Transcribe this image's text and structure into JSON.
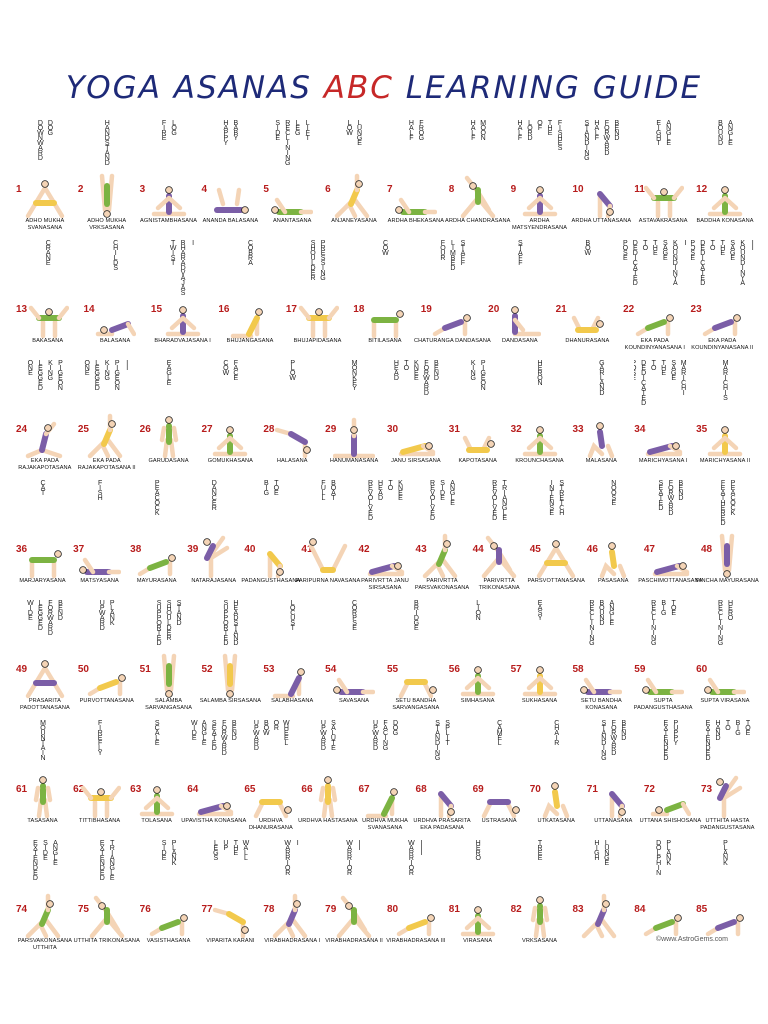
{
  "title": {
    "part1": "YOGA ASANAS ",
    "part2": "ABC",
    "part3": " LEARNING GUIDE"
  },
  "credit": "©www.AstroGems.com",
  "rows": [
    [
      {
        "n": "1",
        "eng": "DOWNWARD DOG",
        "skt": "ADHO MUKHA SVANASANA",
        "c": "#f2c94c",
        "p": "invv"
      },
      {
        "n": "2",
        "eng": "HANDSTAND",
        "skt": "ADHO MUKHA VRKSASANA",
        "c": "#7cb342",
        "p": "hand"
      },
      {
        "n": "3",
        "eng": "FIRE LOG",
        "skt": "AGNISTAMBHASANA",
        "c": "#7b5ea7",
        "p": "sit"
      },
      {
        "n": "4",
        "eng": "HAPPY BABY",
        "skt": "ANANDA BALASANA",
        "c": "#7b5ea7",
        "p": "back"
      },
      {
        "n": "5",
        "eng": "SIDE RECLINING LEG LIFT",
        "skt": "ANANTASANA",
        "c": "#7cb342",
        "p": "lie"
      },
      {
        "n": "6",
        "eng": "LOW LUNGE",
        "skt": "ANJANEYASANA",
        "c": "#f2c94c",
        "p": "lunge"
      },
      {
        "n": "7",
        "eng": "HALF FROG",
        "skt": "ARDHA BHEKASANA",
        "c": "#7cb342",
        "p": "lie"
      },
      {
        "n": "8",
        "eng": "HALF MOON",
        "skt": "ARDHA CHANDRASANA",
        "c": "#7cb342",
        "p": "tri"
      },
      {
        "n": "9",
        "eng": "HALF LORD OF THE FISHES",
        "skt": "ARDHA MATSYENDRASANA",
        "c": "#7b5ea7",
        "p": "sit"
      },
      {
        "n": "10",
        "eng": "STANDING HALF FORWARD BEND",
        "skt": "ARDHA UTTANASANA",
        "c": "#7b5ea7",
        "p": "fold"
      },
      {
        "n": "11",
        "eng": "EIGHT ANGLE",
        "skt": "ASTAVAKRASANA",
        "c": "#7cb342",
        "p": "arm"
      },
      {
        "n": "12",
        "eng": "BOUND ANGLE",
        "skt": "BADDHA KONASANA",
        "c": "#7cb342",
        "p": "sit"
      }
    ],
    [
      {
        "n": "13",
        "eng": "CRANE",
        "skt": "BAKASANA",
        "c": "#7cb342",
        "p": "arm"
      },
      {
        "n": "14",
        "eng": "CHILDS",
        "skt": "BALASANA",
        "c": "#7b5ea7",
        "p": "child"
      },
      {
        "n": "15",
        "eng": "TWIST BHARADVAJAS I",
        "skt": "BHARADVAJASANA I",
        "c": "#7b5ea7",
        "p": "sit"
      },
      {
        "n": "16",
        "eng": "COBRA",
        "skt": "BHUJANGASANA",
        "c": "#f2c94c",
        "p": "cobra"
      },
      {
        "n": "17",
        "eng": "SHOULDER PRESSING",
        "skt": "BHUJAPIDASANA",
        "c": "#f2c94c",
        "p": "arm"
      },
      {
        "n": "18",
        "eng": "COW",
        "skt": "BITILASANA",
        "c": "#7cb342",
        "p": "table"
      },
      {
        "n": "19",
        "eng": "FOUR LIMBED STAFF",
        "skt": "CHATURANGA DANDASANA",
        "c": "#7b5ea7",
        "p": "plank"
      },
      {
        "n": "20",
        "eng": "STAFF",
        "skt": "DANDASANA",
        "c": "#7b5ea7",
        "p": "sitl"
      },
      {
        "n": "21",
        "eng": "BOW",
        "skt": "DHANURASANA",
        "c": "#f2c94c",
        "p": "bow"
      },
      {
        "n": "22",
        "eng": "POSE DEDICATED TO THE SAGE KOUNDINYA I",
        "skt": "EKA PADA KOUNDINYANASANA I",
        "c": "#7cb342",
        "p": "plank"
      },
      {
        "n": "23",
        "eng": "POSE DEDICATED TO THE SAGE KOUNDINYA II",
        "skt": "EKA PADA KOUNDINYANASANA II",
        "c": "#7b5ea7",
        "p": "plank"
      }
    ],
    [
      {
        "n": "24",
        "eng": "ONE LEGGED KING PIGEON",
        "skt": "EKA PADA RAJAKAPOTASANA",
        "c": "#7b5ea7",
        "p": "pigeon"
      },
      {
        "n": "25",
        "eng": "ONE LEGGED KING PIGEON II",
        "skt": "EKA PADA RAJAKAPOTASANA II",
        "c": "#f2c94c",
        "p": "lunge"
      },
      {
        "n": "26",
        "eng": "EAGLE",
        "skt": "GARUDASANA",
        "c": "#7cb342",
        "p": "stand"
      },
      {
        "n": "27",
        "eng": "COW FACE",
        "skt": "GOMUKHASANA",
        "c": "#7cb342",
        "p": "sit"
      },
      {
        "n": "28",
        "eng": "PLOW",
        "skt": "HALASANA",
        "c": "#7b5ea7",
        "p": "plow"
      },
      {
        "n": "29",
        "eng": "MONKEY",
        "skt": "HANUMANASANA",
        "c": "#7b5ea7",
        "p": "split"
      },
      {
        "n": "30",
        "eng": "HEAD TO KNEE FORWARD BEND",
        "skt": "JANU SIRSASANA",
        "c": "#f2c94c",
        "p": "sitf"
      },
      {
        "n": "31",
        "eng": "KING PIGEON",
        "skt": "KAPOTASANA",
        "c": "#f2c94c",
        "p": "bow"
      },
      {
        "n": "32",
        "eng": "HERON",
        "skt": "KROUNCHASANA",
        "c": "#7cb342",
        "p": "sit"
      },
      {
        "n": "33",
        "eng": "GARLAND",
        "skt": "MALASANA",
        "c": "#7b5ea7",
        "p": "squat"
      },
      {
        "n": "34",
        "eng": "POSE DEDICATED TO THE SAGE MARICHI I",
        "skt": "MARICHYASANA I",
        "c": "#7b5ea7",
        "p": "sitf"
      },
      {
        "n": "35",
        "eng": "MARICHIS",
        "skt": "MARICHYASANA II",
        "c": "#f2c94c",
        "p": "sit"
      }
    ],
    [
      {
        "n": "36",
        "eng": "CAT",
        "skt": "MARJARYASANA",
        "c": "#7cb342",
        "p": "table"
      },
      {
        "n": "37",
        "eng": "FISH",
        "skt": "MATSYASANA",
        "c": "#7b5ea7",
        "p": "lie"
      },
      {
        "n": "38",
        "eng": "PEACOCK",
        "skt": "MAYURASANA",
        "c": "#7cb342",
        "p": "plank"
      },
      {
        "n": "39",
        "eng": "DANCER",
        "skt": "NATARAJASANA",
        "c": "#7b5ea7",
        "p": "dance"
      },
      {
        "n": "40",
        "eng": "BIG TOE",
        "skt": "PADANGUSTHASANA",
        "c": "#f2c94c",
        "p": "fold"
      },
      {
        "n": "41",
        "eng": "FULL BOAT",
        "skt": "PARIPURNA NAVASANA",
        "c": "#f2c94c",
        "p": "boat"
      },
      {
        "n": "42",
        "eng": "REVOLVED HEAD TO KNEE",
        "skt": "PARIVRTTA JANU SIRSASANA",
        "c": "#7b5ea7",
        "p": "sitf"
      },
      {
        "n": "43",
        "eng": "REVOLVED SIDE ANGLE",
        "skt": "PARIVRTTA PARSVAKONASANA",
        "c": "#7cb342",
        "p": "lunge"
      },
      {
        "n": "44",
        "eng": "REVOLVED TRIANGLE",
        "skt": "PARIVRTTA TRIKONASANA",
        "c": "#7b5ea7",
        "p": "tri"
      },
      {
        "n": "45",
        "eng": "INTENSE STRETCH",
        "skt": "PARSVOTTANASANA",
        "c": "#f2c94c",
        "p": "invv"
      },
      {
        "n": "46",
        "eng": "NOOSE",
        "skt": "PASASANA",
        "c": "#f2c94c",
        "p": "squat"
      },
      {
        "n": "47",
        "eng": "SEATED FORWARD BEND",
        "skt": "PASCHIMOTTANASANA",
        "c": "#7b5ea7",
        "p": "sitf"
      },
      {
        "n": "48",
        "eng": "FEATHERED PEACOCK",
        "skt": "PINCHA MAYURASANA",
        "c": "#7b5ea7",
        "p": "hand"
      }
    ],
    [
      {
        "n": "49",
        "eng": "WIDE LEGGED FORWARD BEND",
        "skt": "PRASARITA PADOTTANASANA",
        "c": "#7b5ea7",
        "p": "invv"
      },
      {
        "n": "50",
        "eng": "UPWARD PLANK",
        "skt": "PURVOTTANASANA",
        "c": "#f2c94c",
        "p": "plank"
      },
      {
        "n": "51",
        "eng": "SUPPORTED SHOULDER STAND",
        "skt": "SALAMBA SARVANGASANA",
        "c": "#7cb342",
        "p": "hand"
      },
      {
        "n": "52",
        "eng": "SUPPORTED HEADSTAND",
        "skt": "SALAMBA SIRSASANA",
        "c": "#f2c94c",
        "p": "hand"
      },
      {
        "n": "53",
        "eng": "LOCUST",
        "skt": "SALABHASANA",
        "c": "#7b5ea7",
        "p": "cobra"
      },
      {
        "n": "54",
        "eng": "CORPSE",
        "skt": "SAVASANA",
        "c": "#7b5ea7",
        "p": "lie"
      },
      {
        "n": "55",
        "eng": "BRIDGE",
        "skt": "SETU BANDHA SARVANGASANA",
        "c": "#f2c94c",
        "p": "bridge"
      },
      {
        "n": "56",
        "eng": "LION",
        "skt": "SIMHASANA",
        "c": "#7cb342",
        "p": "sit"
      },
      {
        "n": "57",
        "eng": "EASY",
        "skt": "SUKHASANA",
        "c": "#f2c94c",
        "p": "sit"
      },
      {
        "n": "58",
        "eng": "RECLINING BOUND ANGLE",
        "skt": "SETU BANDHA KONASANA",
        "c": "#7b5ea7",
        "p": "lie"
      },
      {
        "n": "59",
        "eng": "RECLINING BIG TOE",
        "skt": "SUPTA PADANGUSTHASANA",
        "c": "#7cb342",
        "p": "lie"
      },
      {
        "n": "60",
        "eng": "RECLINING HERO",
        "skt": "SUPTA VIRASANA",
        "c": "#7cb342",
        "p": "lie"
      }
    ],
    [
      {
        "n": "61",
        "eng": "MOUNTAIN",
        "skt": "TASASANA",
        "c": "#7cb342",
        "p": "stand"
      },
      {
        "n": "62",
        "eng": "FIREFLY",
        "skt": "TITTIBHASANA",
        "c": "#f2c94c",
        "p": "arm"
      },
      {
        "n": "63",
        "eng": "SCALE",
        "skt": "TOLASANA",
        "c": "#7cb342",
        "p": "sit"
      },
      {
        "n": "64",
        "eng": "WIDE ANGLE SEATED FORWARD BEND",
        "skt": "UPAVISTHA KONASANA",
        "c": "#7b5ea7",
        "p": "sitf"
      },
      {
        "n": "65",
        "eng": "UPWARD BOW OR WHEEL",
        "skt": "URDHVA DHANURASANA",
        "c": "#f2c94c",
        "p": "bridge"
      },
      {
        "n": "66",
        "eng": "UPWARD SALUTE",
        "skt": "URDHVA HASTASANA",
        "c": "#f2c94c",
        "p": "stand"
      },
      {
        "n": "67",
        "eng": "UPWARD FACING DOG",
        "skt": "URDHVA MUKHA SVANASANA",
        "c": "#7cb342",
        "p": "cobra"
      },
      {
        "n": "68",
        "eng": "STANDING SPLIT",
        "skt": "URDHVA PRASARITA EKA PADASANA",
        "c": "#7b5ea7",
        "p": "fold"
      },
      {
        "n": "69",
        "eng": "CAMEL",
        "skt": "USTRASANA",
        "c": "#7b5ea7",
        "p": "bridge"
      },
      {
        "n": "70",
        "eng": "CHAIR",
        "skt": "UTKATASANA",
        "c": "#f2c94c",
        "p": "squat"
      },
      {
        "n": "71",
        "eng": "STANDING FORWARD BEND",
        "skt": "UTTANASANA",
        "c": "#7b5ea7",
        "p": "fold"
      },
      {
        "n": "72",
        "eng": "EXTENDED PUPPY",
        "skt": "UTTANA SHISHOSANA",
        "c": "#7cb342",
        "p": "child"
      },
      {
        "n": "73",
        "eng": "EXTENDED HAND TO BIG TOE",
        "skt": "UTTHITA HASTA PADANGUSTASANA",
        "c": "#7b5ea7",
        "p": "dance"
      }
    ],
    [
      {
        "n": "74",
        "eng": "EXTENDED SIDE ANGLE",
        "skt": "PARSVAKONASANA UTTHITA",
        "c": "#7cb342",
        "p": "lunge"
      },
      {
        "n": "75",
        "eng": "EXTENDED TRIANGLE",
        "skt": "UTTHITA TRIKONASANA",
        "c": "#7cb342",
        "p": "tri"
      },
      {
        "n": "76",
        "eng": "SIDE PLANK",
        "skt": "VASISTHASANA",
        "c": "#7cb342",
        "p": "plank"
      },
      {
        "n": "77",
        "eng": "LEGS UP THE WALL",
        "skt": "VIPARITA KARANI",
        "c": "#f2c94c",
        "p": "plow"
      },
      {
        "n": "78",
        "eng": "WARRIOR I",
        "skt": "VIRABHADRASANA I",
        "c": "#7b5ea7",
        "p": "lunge"
      },
      {
        "n": "79",
        "eng": "WARRIOR II",
        "skt": "VIRABHADRASANA II",
        "c": "#7cb342",
        "p": "tri"
      },
      {
        "n": "80",
        "eng": "WARRIOR III",
        "skt": "VIRABHADRASANA III",
        "c": "#f2c94c",
        "p": "plank"
      },
      {
        "n": "81",
        "eng": "HERO",
        "skt": "VIRASANA",
        "c": "#7cb342",
        "p": "sit"
      },
      {
        "n": "82",
        "eng": "TREE",
        "skt": "VRKSASANA",
        "c": "#7cb342",
        "p": "stand"
      },
      {
        "n": "83",
        "eng": "HIGH LUNGE",
        "skt": "",
        "c": "#7b5ea7",
        "p": "lunge"
      },
      {
        "n": "84",
        "eng": "DOLPHIN PLANK",
        "skt": "",
        "c": "#7cb342",
        "p": "plank"
      },
      {
        "n": "85",
        "eng": "PLANK",
        "skt": "",
        "c": "#7b5ea7",
        "p": "plank"
      }
    ]
  ]
}
